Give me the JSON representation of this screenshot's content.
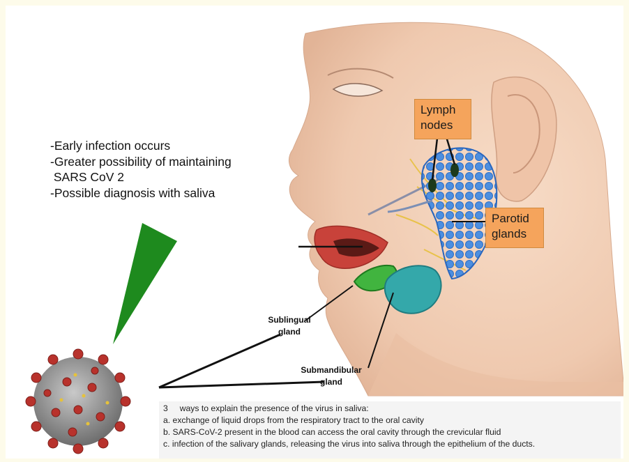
{
  "notes": [
    "-Early infection occurs",
    "-Greater possibility of maintaining",
    " SARS CoV 2",
    "-Possible diagnosis with saliva"
  ],
  "callouts": {
    "lymph": [
      "Lymph",
      "nodes"
    ],
    "parotid": [
      "Parotid",
      "glands"
    ]
  },
  "gland_labels": {
    "sublingual": [
      "Sublingual",
      "gland"
    ],
    "submandibular": [
      "Submandibular",
      "gland"
    ]
  },
  "ways": {
    "intro": "3     ways to explain the presence of the virus in saliva:",
    "items": [
      "a. exchange of liquid drops from the respiratory tract to the oral cavity",
      "b. SARS-CoV-2 present in the blood can access the oral cavity through the crevicular fluid",
      "c. infection of the salivary glands, releasing the virus into saliva through the epithelium of the ducts."
    ]
  },
  "colors": {
    "callout": "#f5a45c",
    "lymph_nodes": "#3f7fd6",
    "sublingual": "#3aa83a",
    "submandibular": "#2fa3a8",
    "triangle": "#1e8a1e",
    "virus_spike": "#b8322c",
    "skin": "#f2d2bb"
  }
}
